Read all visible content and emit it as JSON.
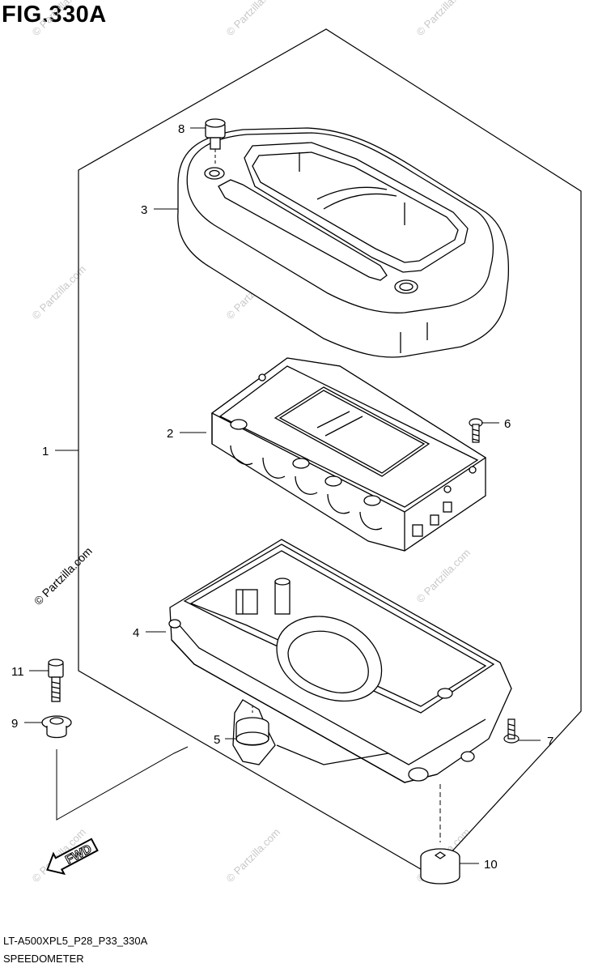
{
  "figure": {
    "title": "FIG.330A"
  },
  "footer": {
    "code": "LT-A500XPL5_P28_P33_330A",
    "caption": "SPEEDOMETER"
  },
  "watermark": "© Partzilla.com",
  "arrow_label": "FWD",
  "callouts": [
    "1",
    "2",
    "3",
    "4",
    "5",
    "6",
    "7",
    "8",
    "9",
    "10",
    "11"
  ]
}
